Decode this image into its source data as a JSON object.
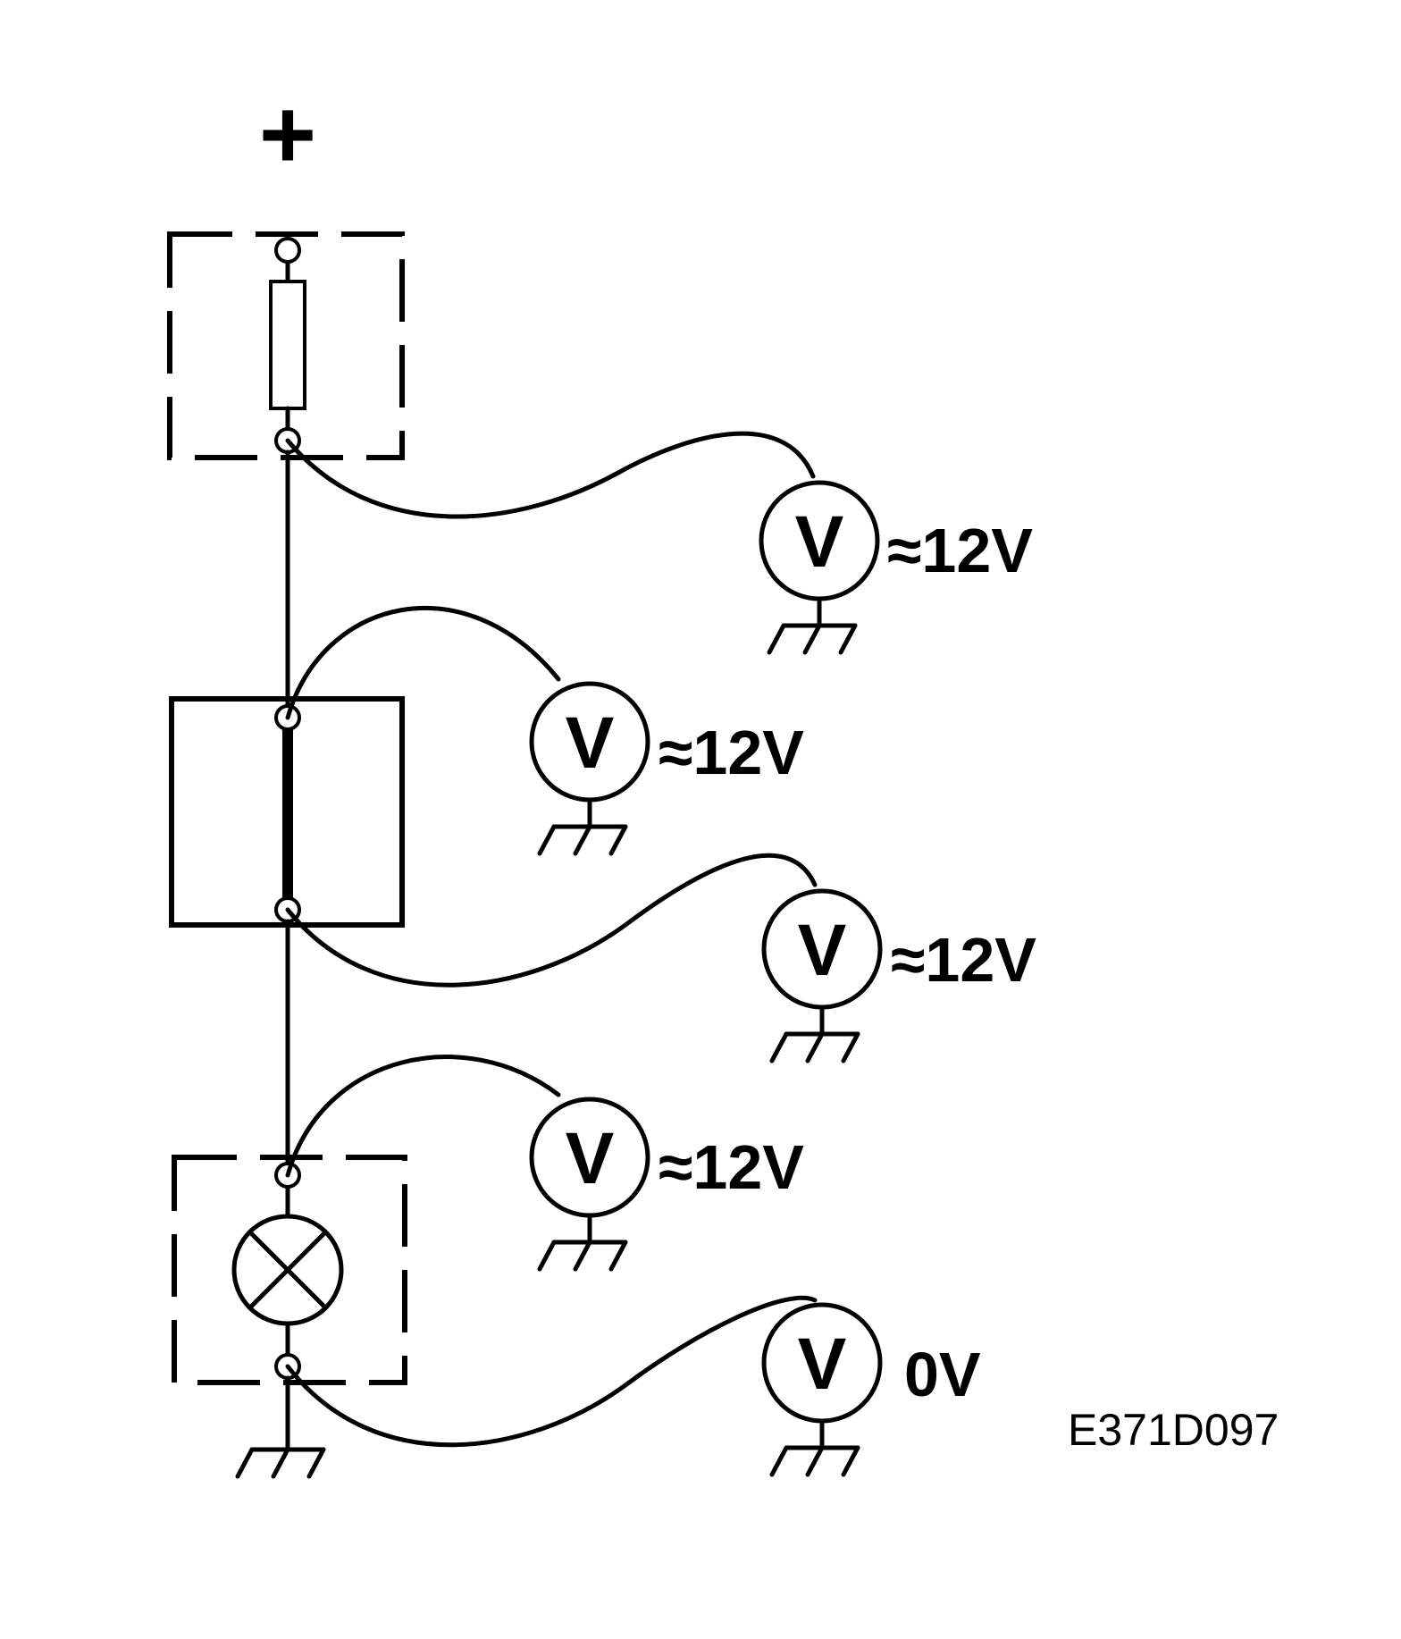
{
  "diagram": {
    "supply_label": "+",
    "meter_symbol": "V",
    "readings": [
      "≈12V",
      "≈12V",
      "≈12V",
      "≈12V",
      "0V"
    ],
    "figure_code": "E371D097"
  }
}
